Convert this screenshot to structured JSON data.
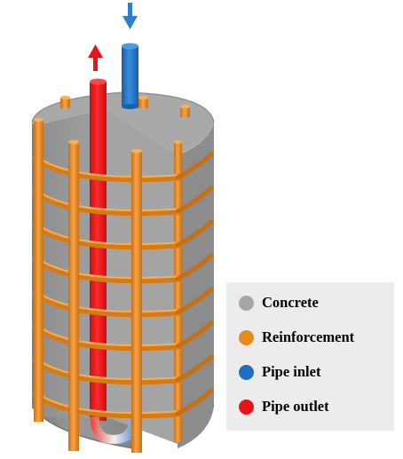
{
  "legend": {
    "items": [
      {
        "label": "Concrete",
        "color": "#a6a6a6"
      },
      {
        "label": "Reinforcement",
        "color": "#e8891f"
      },
      {
        "label": "Pipe inlet",
        "color": "#1f6fc4"
      },
      {
        "label": "Pipe outlet",
        "color": "#e8141a"
      }
    ]
  },
  "colors": {
    "concrete_top": "#a7a7a7",
    "concrete_side": "#8b8b8b",
    "concrete_inner": "#9a9a9a",
    "concrete_dark": "#7a7a7a",
    "rebar": "#e8891f",
    "rebar_dark": "#b5650f",
    "pipe_inlet": "#1f6fc4",
    "pipe_outlet": "#e8141a",
    "arrow_inlet": "#2f7fd0",
    "arrow_outlet": "#e8141a"
  },
  "icons": {
    "inlet_arrow": "arrow-down-icon",
    "outlet_arrow": "arrow-up-icon"
  }
}
